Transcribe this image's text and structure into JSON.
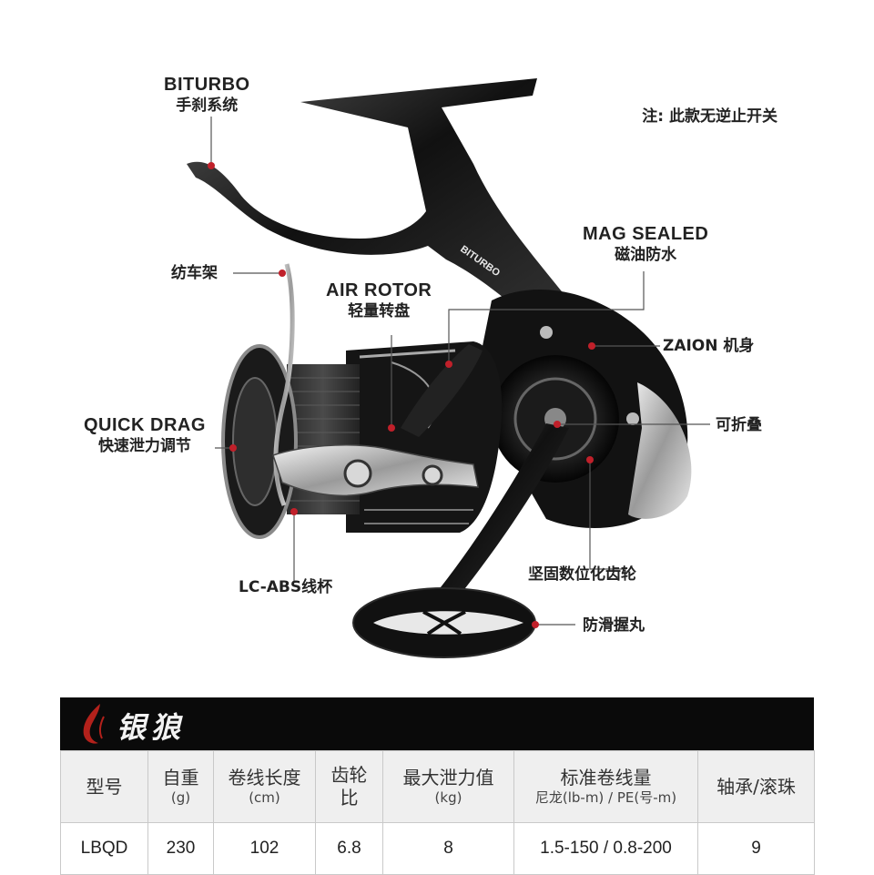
{
  "callouts": {
    "biturbo": {
      "en": "BITURBO",
      "zh": "手刹系统"
    },
    "bail": {
      "zh": "纺车架"
    },
    "air_rotor": {
      "en": "AIR ROTOR",
      "zh": "轻量转盘"
    },
    "mag_sealed": {
      "en": "MAG SEALED",
      "zh": "磁油防水"
    },
    "zaion": {
      "zh": "ZAION 机身"
    },
    "quick_drag": {
      "en": "QUICK DRAG",
      "zh": "快速泄力调节"
    },
    "foldable": {
      "zh": "可折叠"
    },
    "gear": {
      "zh": "坚固数位化齿轮"
    },
    "spool": {
      "zh": "LC-ABS线杯"
    },
    "knob": {
      "zh": "防滑握丸"
    }
  },
  "note": "注: 此款无逆止开关",
  "reel_printed_text": "BITURBO",
  "brand": {
    "name": "银狼",
    "accent": "#b3211b"
  },
  "spec_table": {
    "headers": {
      "model": "型号",
      "weight": {
        "main": "自重",
        "unit": "(g)"
      },
      "retrieve": {
        "main": "卷线长度",
        "unit": "(cm)"
      },
      "gear_ratio": {
        "line1": "齿轮",
        "line2": "比"
      },
      "max_drag": {
        "main": "最大泄力值",
        "unit": "(kg)"
      },
      "line_capacity": {
        "main": "标准卷线量",
        "sub": "尼龙(lb-m) / PE(号-m)"
      },
      "bearings": "轴承/滚珠"
    },
    "row": {
      "model": "LBQD",
      "weight": "230",
      "retrieve": "102",
      "gear_ratio": "6.8",
      "max_drag": "8",
      "line_capacity": "1.5-150 / 0.8-200",
      "bearings": "9"
    }
  },
  "colors": {
    "leader_dot": "#c0202a",
    "leader_line": "#555555",
    "header_bg": "#efefef"
  }
}
